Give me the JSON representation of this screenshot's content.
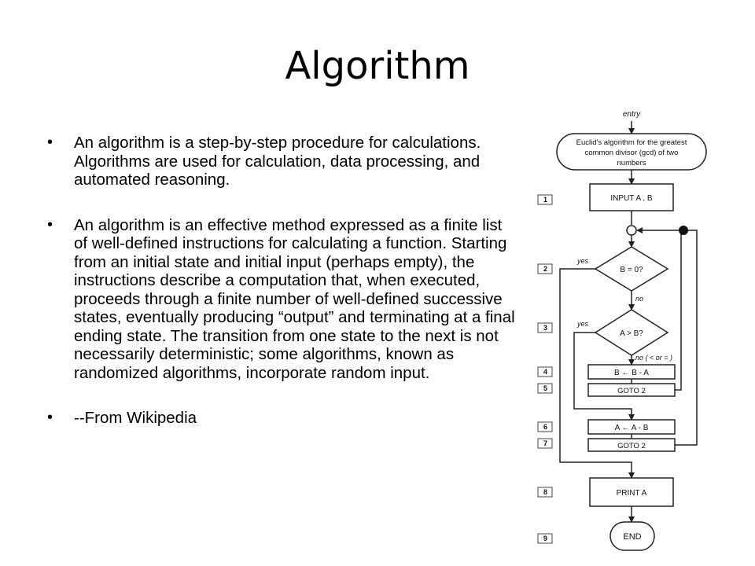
{
  "slide": {
    "title": "Algorithm",
    "bullets": [
      "An algorithm is a step-by-step procedure for calculations. Algorithms are used for calculation, data processing, and automated reasoning.",
      "An algorithm is an effective method expressed as a finite list of well-defined instructions for calculating a function. Starting from an initial state and initial input (perhaps empty), the instructions describe a computation that, when executed, proceeds through a finite number of well-defined successive states, eventually producing “output” and terminating at a final ending state. The transition from one state to the next is not necessarily deterministic; some algorithms, known as randomized algorithms, incorporate random input.",
      "--From Wikipedia"
    ],
    "bullet_glyph": "•"
  },
  "flowchart": {
    "entry": "entry",
    "start_lines": [
      "Euclid's algorithm for the greatest",
      "common divisor (gcd) of two",
      "numbers"
    ],
    "input": "INPUT A , B",
    "decision1": "B = 0?",
    "decision2": "A > B?",
    "yes1": "yes",
    "yes2": "yes",
    "no1": "no",
    "no2": "no  ( < or = )",
    "step4": "B ← B - A",
    "step5": "GOTO 2",
    "step6": "A ← A - B",
    "step7": "GOTO 2",
    "print": "PRINT A",
    "end": "END",
    "step_numbers": [
      "1",
      "2",
      "3",
      "4",
      "5",
      "6",
      "7",
      "8",
      "9"
    ]
  }
}
